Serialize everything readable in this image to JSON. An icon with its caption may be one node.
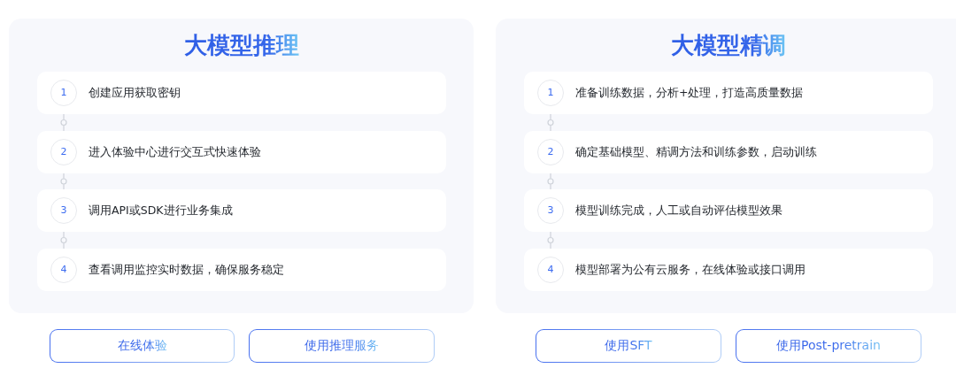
{
  "diagram": {
    "nodes": [
      {
        "text": [
          "大模型推理"
        ]
      },
      {
        "text": [
          "创建应用获取密钥"
        ],
        "in": 0
      },
      {
        "text": [
          "1"
        ],
        "in": 1
      },
      {
        "text": [
          "进入体验中心进行交互式快速体验"
        ],
        "in": 0
      },
      {
        "text": [
          "2"
        ],
        "in": 3
      },
      {
        "text": [
          "调用API或SDK进行业务集成"
        ],
        "in": 0
      },
      {
        "text": [
          "3"
        ],
        "in": 5
      },
      {
        "text": [
          "查看调用监控实时数据，确保服务稳定"
        ],
        "in": 0
      },
      {
        "text": [
          "4"
        ],
        "in": 7
      },
      {
        "text": [
          "大模型精调"
        ]
      },
      {
        "text": [
          "准备训练数据，分析+处理，打造高质量数据"
        ],
        "in": 9
      },
      {
        "text": [
          "1"
        ],
        "in": 10
      },
      {
        "text": [
          "确定基础模型、精调方法和训练参数，启动训练"
        ],
        "in": 9
      },
      {
        "text": [
          "2"
        ],
        "in": 12
      },
      {
        "text": [
          "模型训练完成，人工或自动评估模型效果"
        ],
        "in": 9
      },
      {
        "text": [
          "3"
        ],
        "in": 14
      },
      {
        "text": [
          "模型部署为公有云服务，在线体验或接口调用"
        ],
        "in": 9
      },
      {
        "text": [
          "4"
        ],
        "in": 16
      },
      {
        "text": [
          "在线体验"
        ]
      },
      {
        "text": [
          "使用推理服务"
        ]
      },
      {
        "text": [
          "使用SFT"
        ]
      },
      {
        "text": [
          "使用Post-pretrain"
        ]
      }
    ],
    "edges": [
      {
        "from": 1,
        "to": 3,
        "arrow": "none"
      },
      {
        "from": 3,
        "to": 5,
        "arrow": "none"
      },
      {
        "from": 5,
        "to": 7,
        "arrow": "none"
      },
      {
        "from": 10,
        "to": 12,
        "arrow": "none"
      },
      {
        "from": 12,
        "to": 14,
        "arrow": "none"
      },
      {
        "from": 14,
        "to": 16,
        "arrow": "none"
      }
    ]
  }
}
